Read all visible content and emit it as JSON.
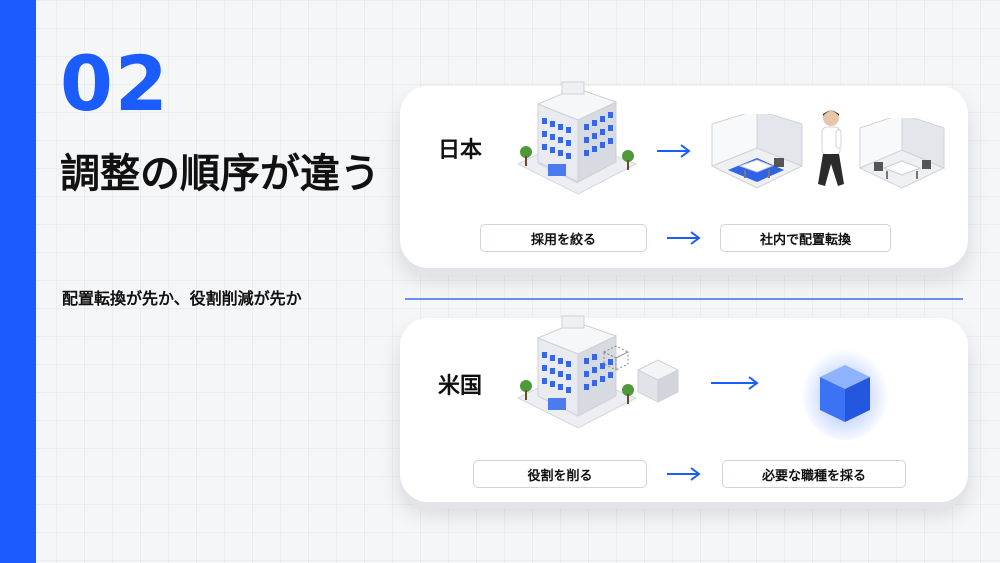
{
  "slide": {
    "number": "02",
    "title": "調整の順序が違う",
    "subtitle": "配置転換が先か、役割削減が先か"
  },
  "japan": {
    "label": "日本",
    "step1": "採用を絞る",
    "step2": "社内で配置転換"
  },
  "us": {
    "label": "米国",
    "step1": "役割を削る",
    "step2": "必要な職種を採る"
  },
  "colors": {
    "accent": "#1b5cff",
    "divider": "#6d8ff0"
  },
  "icons": [
    "office-building-icon",
    "arrow-right-icon",
    "office-room-icon",
    "walking-person-icon",
    "gray-cube-icon",
    "glowing-blue-cube-icon"
  ]
}
